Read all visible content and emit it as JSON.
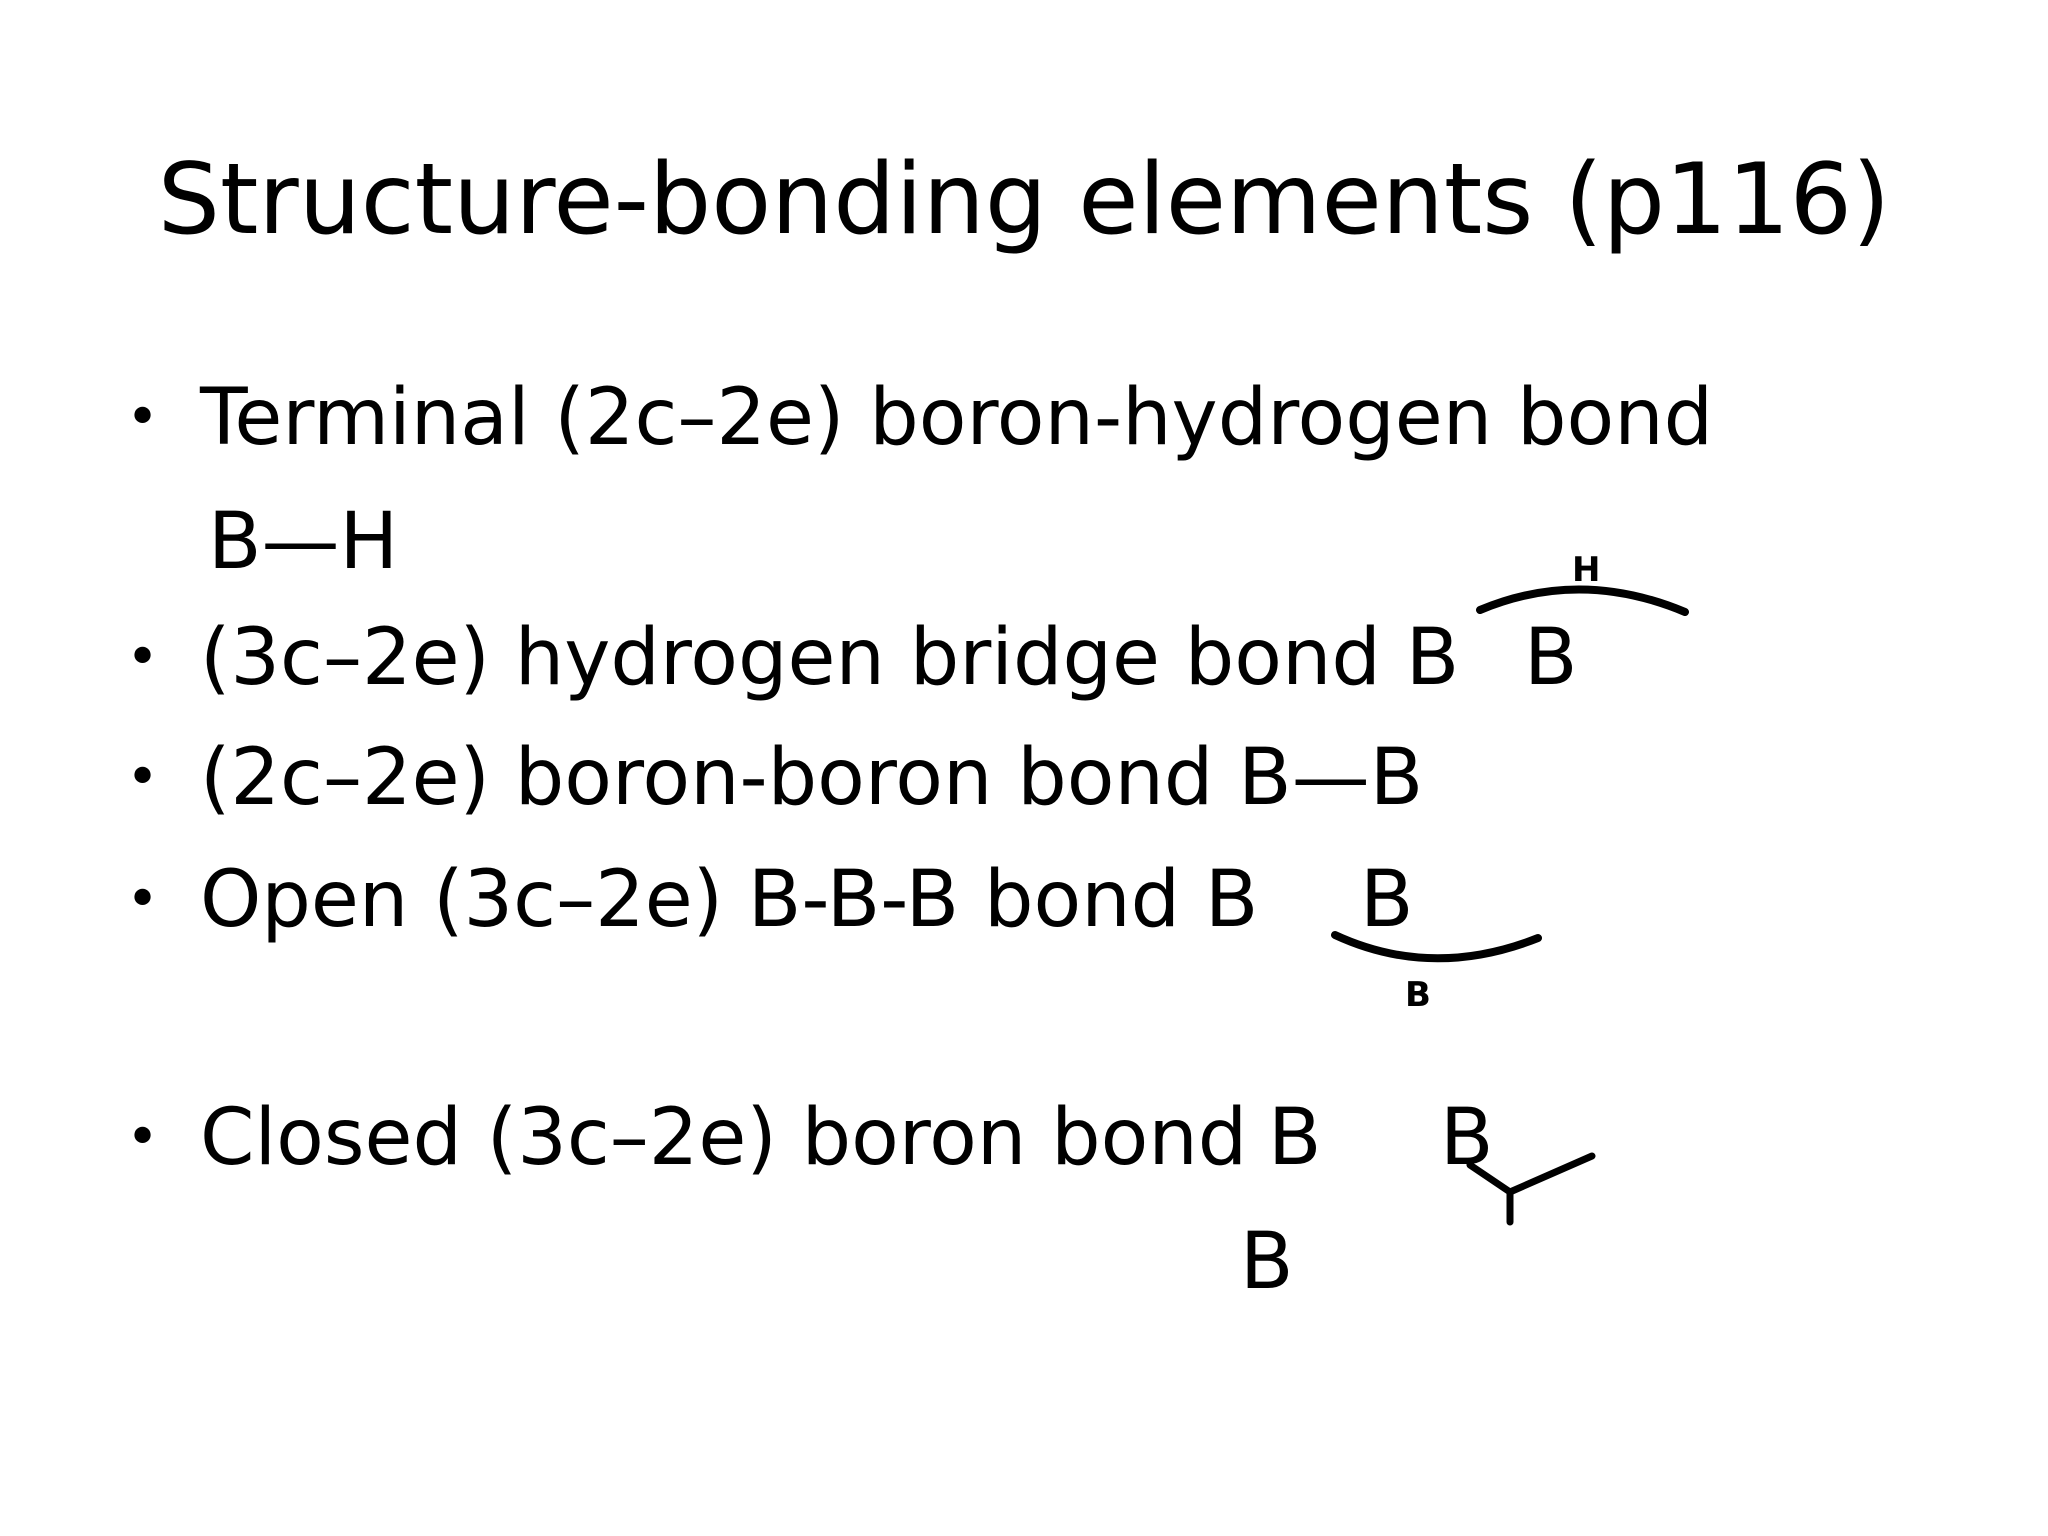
{
  "slide": {
    "title": "Structure-bonding elements (p116)",
    "bullet_symbol": "•",
    "items": [
      {
        "text": "Terminal (2c–2e) boron-hydrogen bond",
        "formula": "B—H"
      },
      {
        "text": "(3c–2e) hydrogen bridge bond B",
        "right_atom": "B",
        "bridge_atom": "H"
      },
      {
        "text": "(2c–2e) boron-boron bond B—B"
      },
      {
        "text": "Open (3c–2e) B-B-B bond B",
        "right_atom": "B",
        "bridge_atom": "B"
      },
      {
        "text": "Closed (3c–2e) boron bond",
        "left_atom": "B",
        "right_atom": "B",
        "bottom_atom": "B"
      }
    ]
  }
}
